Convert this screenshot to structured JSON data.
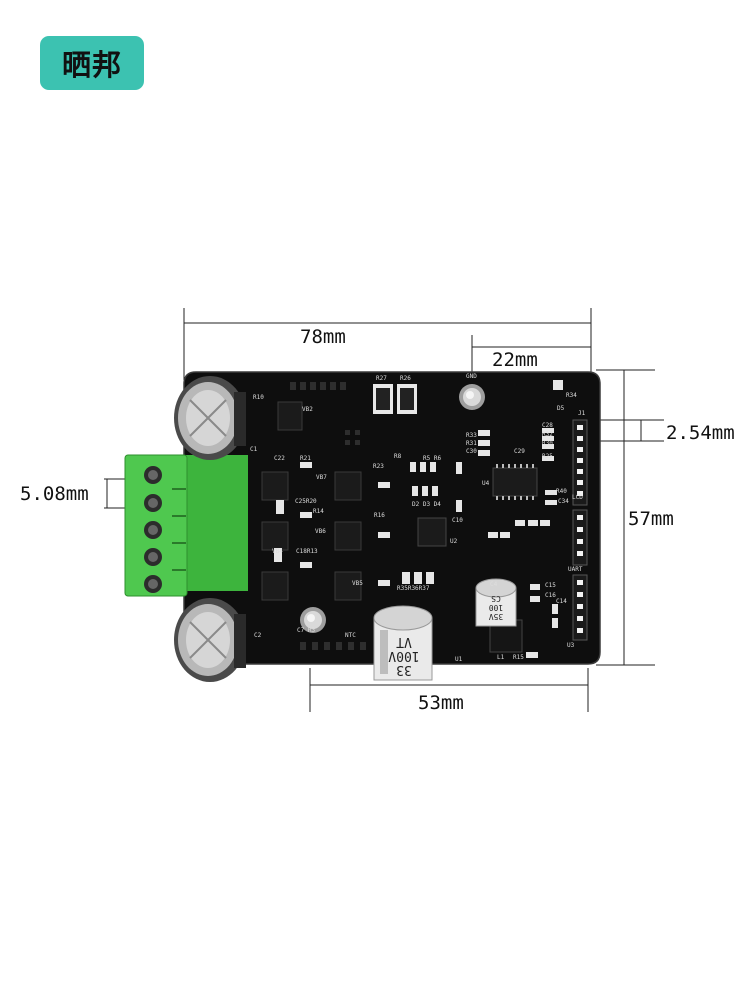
{
  "brand": {
    "label": "晒邦"
  },
  "dimensions": {
    "width_total": "78mm",
    "connector_offset": "22mm",
    "pin_pitch": "2.54mm",
    "height": "57mm",
    "terminal_pitch": "5.08mm",
    "mount_span": "53mm"
  },
  "capacitor_main": {
    "line1": "33",
    "line2": "100V",
    "line3": "VT"
  },
  "capacitor_small": {
    "line1": "35V",
    "line2": "100",
    "line3": "CS"
  },
  "silkscreen": {
    "gnd": "GND",
    "ntc": "NTC",
    "lcd": "LCD",
    "uart": "UART",
    "u1": "U1",
    "u2": "U2",
    "u3": "U3",
    "u4": "U4",
    "j1": "J1",
    "r27": "R27",
    "r26": "R26",
    "r10": "R10",
    "vb2": "VB2",
    "vb7": "VB7",
    "vb5": "VB5",
    "vb6": "VB6",
    "vb4": "VB4",
    "c22": "C22",
    "r21": "R21",
    "r23": "R23",
    "r14": "R14",
    "r16": "R16",
    "c7r3": "C7 R3",
    "c25r20": "C25R20",
    "c18r13": "C18R13",
    "r33r36r37": "R35R36R37",
    "d2d3d4": "D2 D3 D4",
    "c10": "C10",
    "c29": "C29",
    "c30": "C30",
    "c28": "C28",
    "r32": "R32",
    "r30": "R30",
    "r25": "R25",
    "r40": "R40",
    "c34": "C34",
    "c4": "C4",
    "c15": "C15",
    "c16": "C16",
    "c14": "C14",
    "r15": "R15",
    "d5": "D5",
    "r34": "R34",
    "r5r6": "R5 R6",
    "r8": "R8",
    "r31": "R31",
    "r33": "R33",
    "c2": "C2",
    "c1": "C1",
    "l1": "L1"
  },
  "colors": {
    "accent": "#3cc2b1",
    "pcb": "#0e0e0e",
    "terminal": "#4fc84f"
  }
}
